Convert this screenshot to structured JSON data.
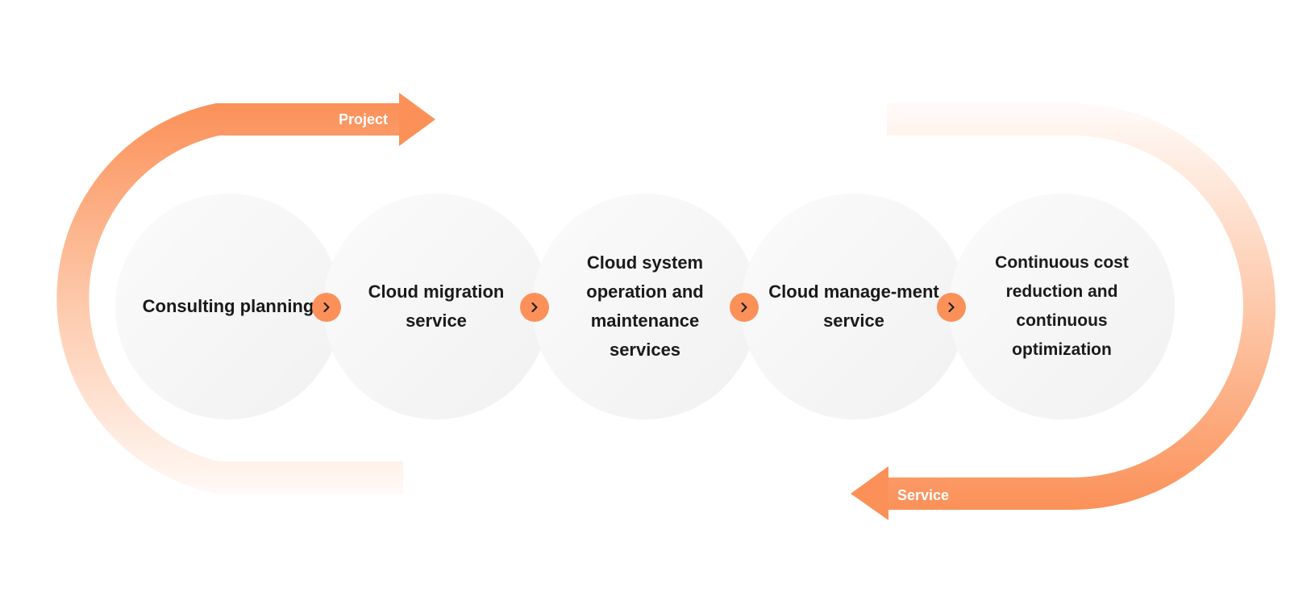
{
  "diagram": {
    "loop_top_label": "Project",
    "loop_bottom_label": "Service",
    "steps": [
      {
        "label": "Consulting planning"
      },
      {
        "label": "Cloud migration service"
      },
      {
        "label": "Cloud system operation and maintenance services"
      },
      {
        "label": "Cloud manage-ment service"
      },
      {
        "label": "Continuous cost reduction and continuous optimization"
      }
    ],
    "connector_icon": "chevron-right-icon"
  },
  "colors": {
    "accent": "#fb9159",
    "circle_fill_light": "#fbfbfb",
    "circle_fill_dark": "#f1f1f1",
    "text": "#1a1a1a",
    "arrow_label": "#ffffff"
  }
}
